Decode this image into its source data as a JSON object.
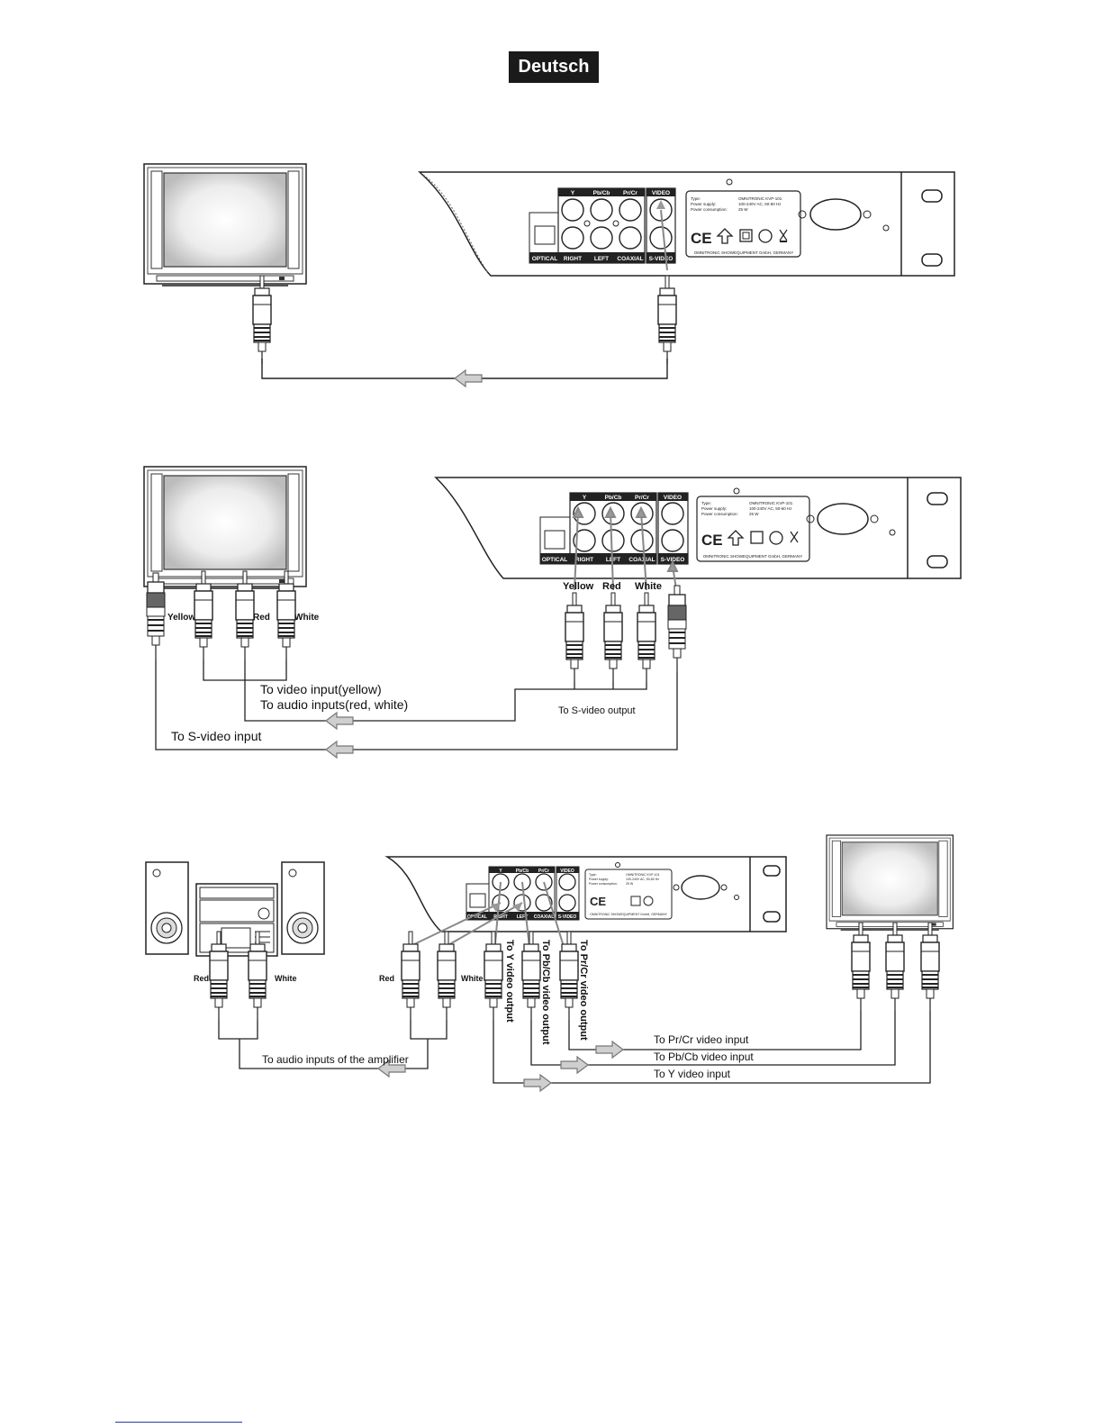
{
  "header": {
    "language": "Deutsch"
  },
  "panel": {
    "labels_top": [
      "Y",
      "Pb/Cb",
      "Pr/Cr",
      "VIDEO"
    ],
    "labels_bottom": [
      "OPTICAL",
      "RIGHT",
      "LEFT",
      "COAXIAL",
      "S-VIDEO"
    ],
    "plate_lines": [
      "Type:",
      "Power supply:",
      "Power consumption:"
    ],
    "plate_values": [
      "OMNITRONIC KVP-101",
      "100-240V AC, 50-60 Hz",
      "25 W"
    ],
    "plate_footer": "OMNITRONIC SHOWEQUIPMENT GmbH, GERMANY",
    "ce_mark": "CE"
  },
  "diagram2": {
    "cable_labels": [
      "Yellow",
      "Red",
      "White"
    ],
    "video_audio_text": [
      "To video input(yellow)",
      "To audio inputs(red, white)"
    ],
    "svideo_output": "To S-video output",
    "svideo_input": "To S-video input"
  },
  "diagram3": {
    "amp_cable_labels": [
      "Red",
      "White"
    ],
    "amp_text": "To audio inputs of the amplifier",
    "outputs": [
      "To Y video output",
      "To Pb/Cb video output",
      "To Pr/Cr video output"
    ],
    "inputs": [
      "To Pr/Cr video input",
      "To Pb/Cb video input",
      "To Y video input"
    ]
  }
}
